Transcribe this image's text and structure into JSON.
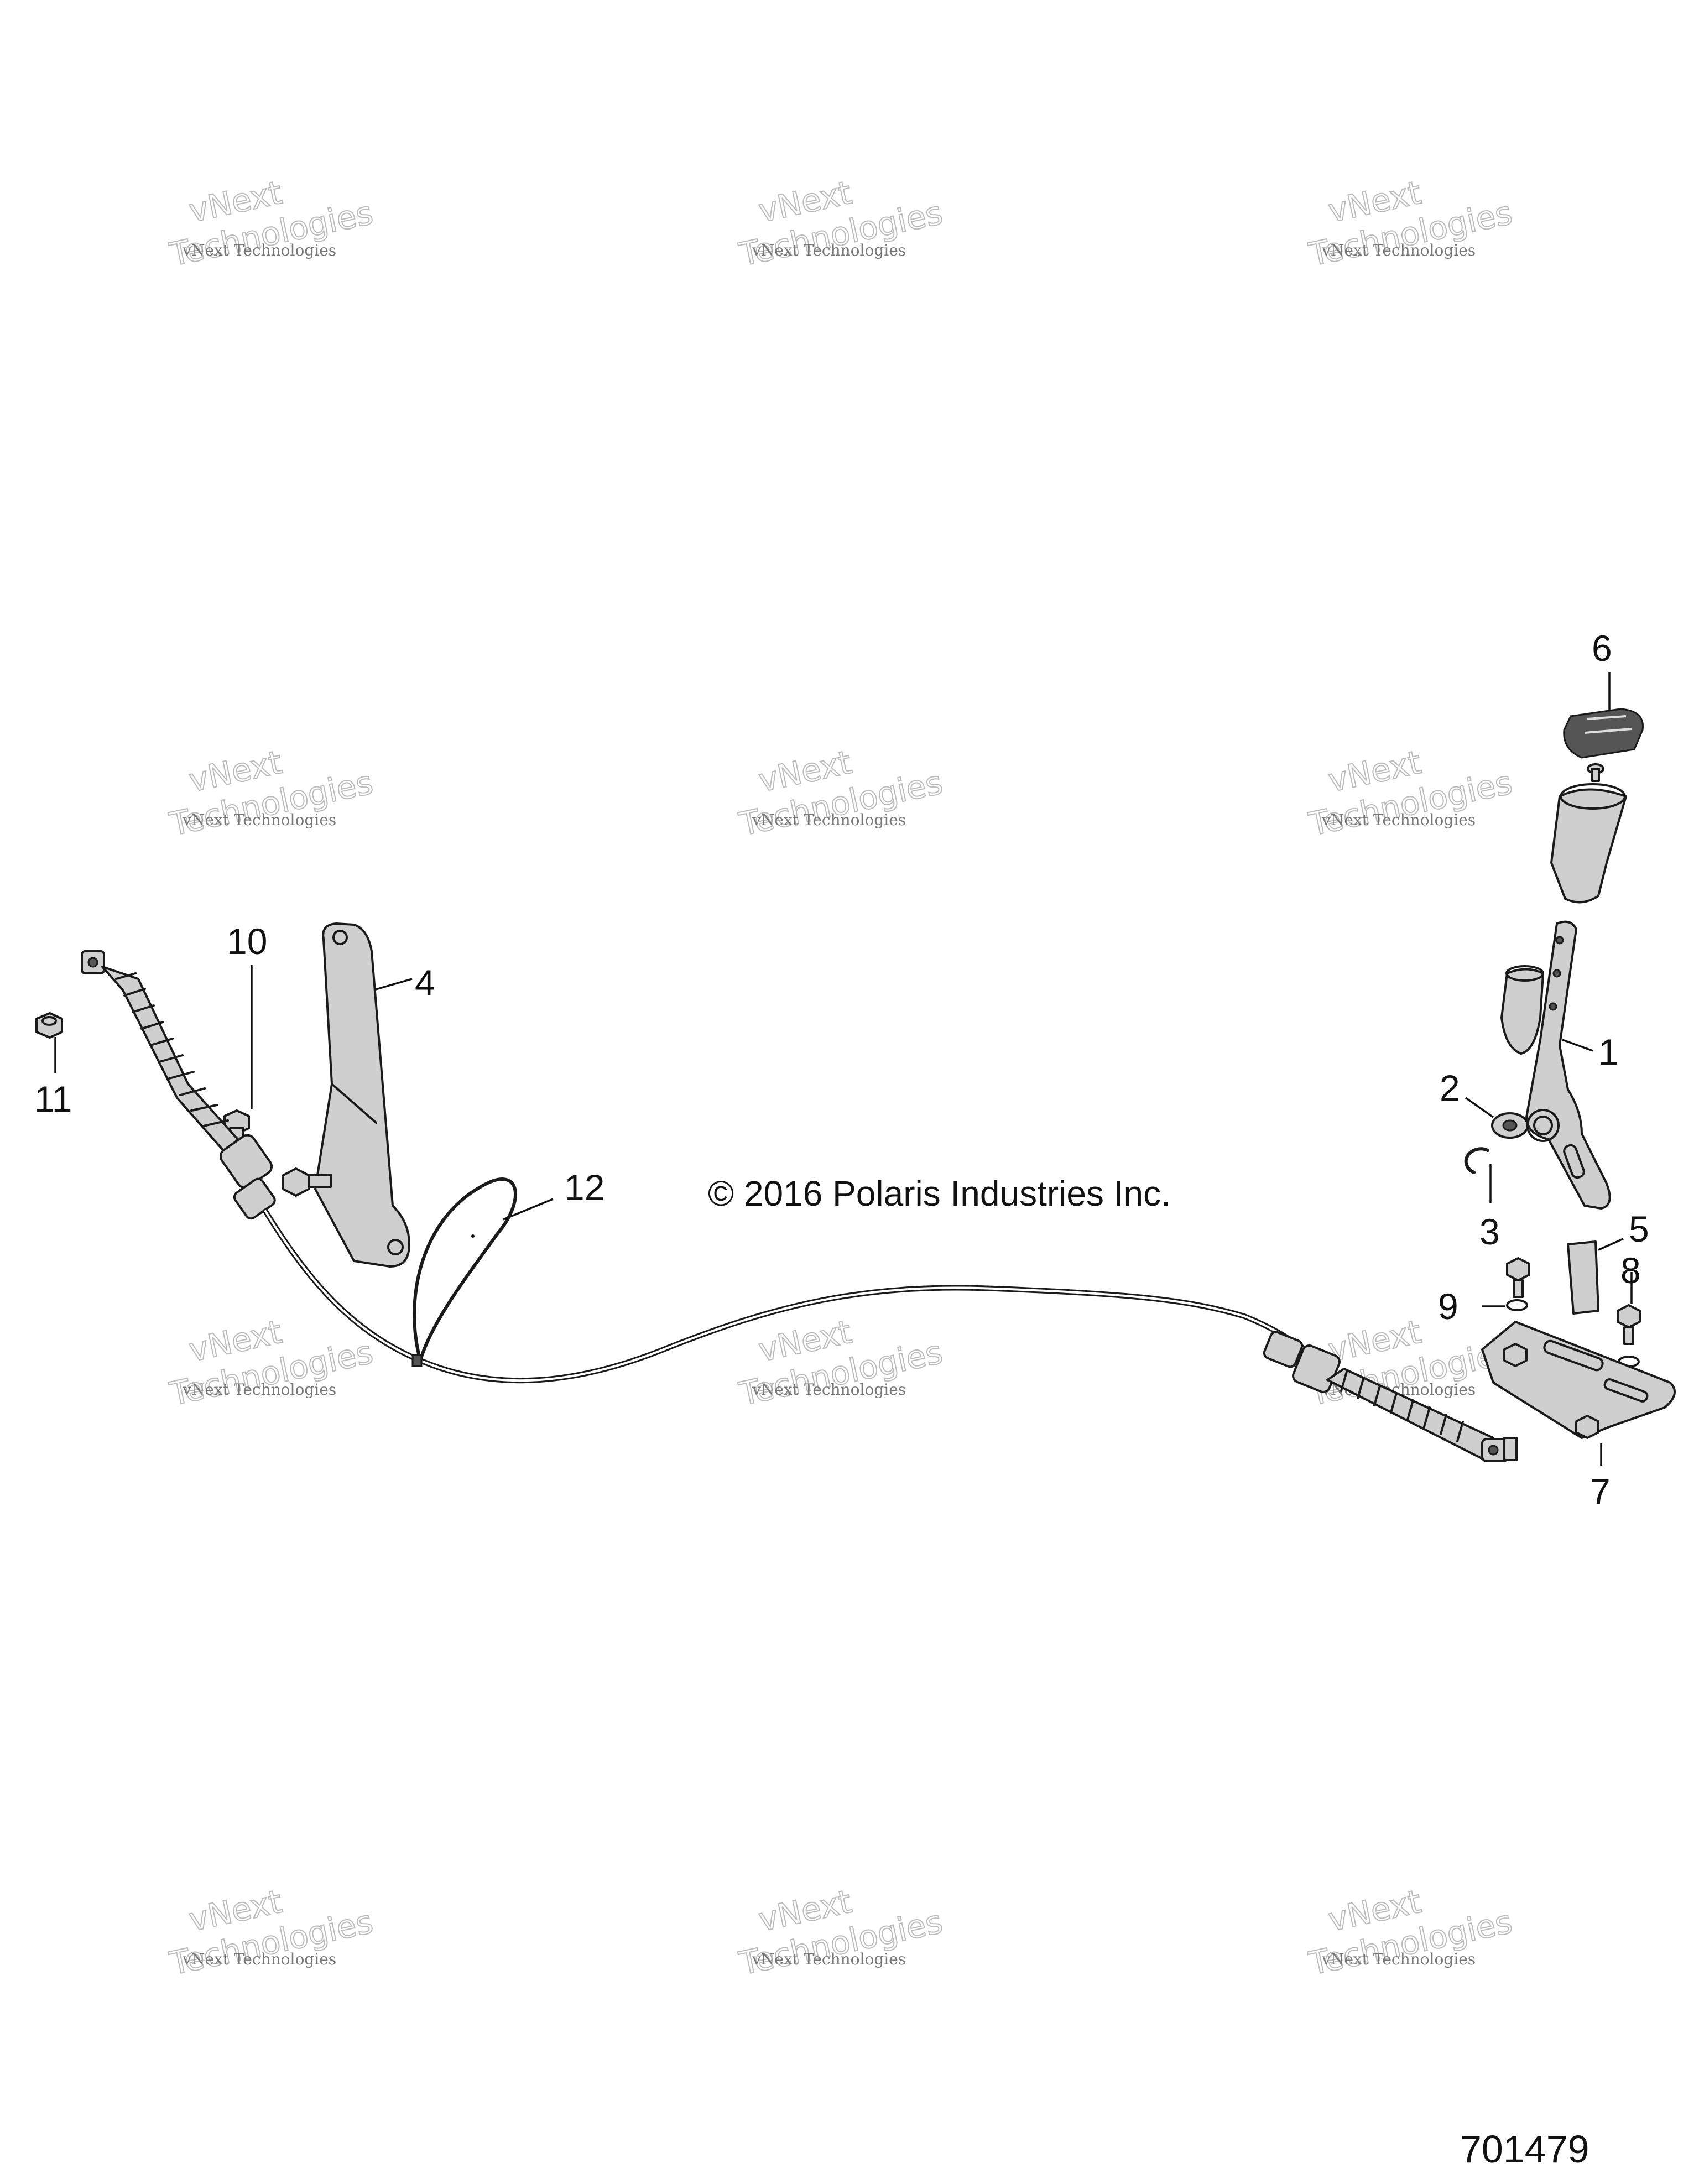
{
  "copyright": "© 2016 Polaris Industries Inc.",
  "figure_number": "701479",
  "watermark": {
    "line_small": "vNext Technologies",
    "line_big_1": "vNext",
    "line_big_2": "Technologies"
  },
  "callouts": {
    "c1": "1",
    "c2": "2",
    "c3": "3",
    "c4": "4",
    "c5": "5",
    "c6": "6",
    "c7": "7",
    "c8": "8",
    "c9": "9",
    "c10": "10",
    "c11": "11",
    "c12": "12"
  }
}
